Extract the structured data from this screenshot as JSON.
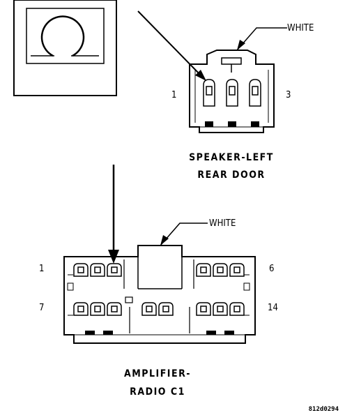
{
  "speaker": {
    "color_label": "WHITE",
    "pin_left": "1",
    "pin_right": "3",
    "title_line1": "SPEAKER-LEFT",
    "title_line2": "REAR DOOR"
  },
  "amplifier": {
    "color_label": "WHITE",
    "pin_top_left": "1",
    "pin_top_right": "6",
    "pin_bottom_left": "7",
    "pin_bottom_right": "14",
    "title_line1": "AMPLIFIER-",
    "title_line2": "RADIO C1"
  },
  "figure_code": "812d0294"
}
